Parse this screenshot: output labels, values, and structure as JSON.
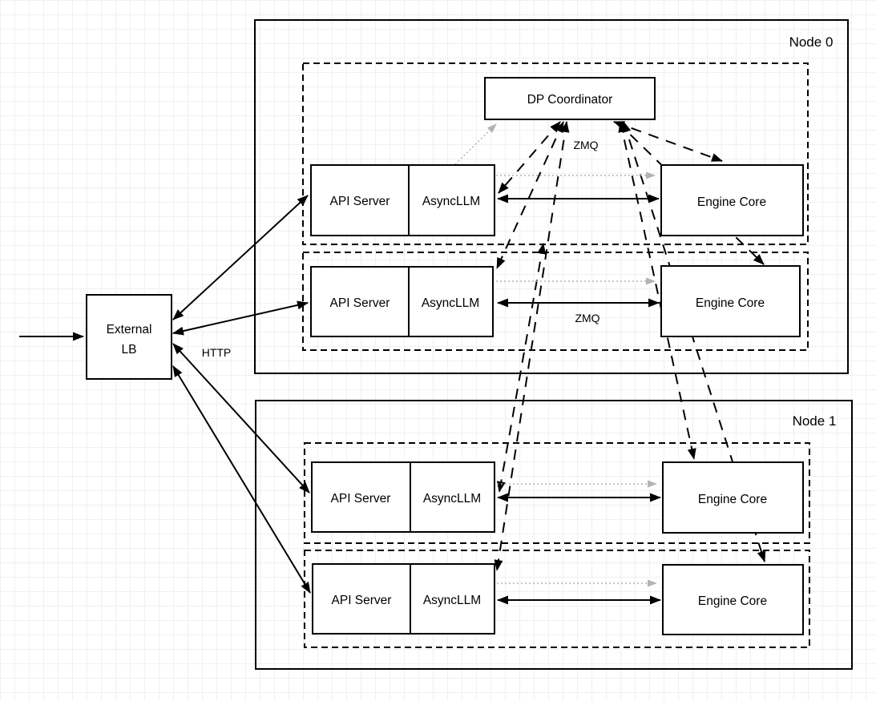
{
  "labels": {
    "node0": "Node 0",
    "node1": "Node 1",
    "external_lb_line1": "External",
    "external_lb_line2": "LB",
    "dp_coordinator": "DP Coordinator",
    "api_server": "API Server",
    "asyncllm": "AsyncLLM",
    "engine_core": "Engine Core",
    "http": "HTTP",
    "zmq_top": "ZMQ",
    "zmq_mid": "ZMQ"
  },
  "colors": {
    "stroke": "#000000",
    "box_fill": "#ffffff",
    "dotted_gray": "#b3b3b3",
    "grid": "#f0f0f0",
    "background": "#ffffff"
  },
  "structure": {
    "external_lb": "External LB",
    "node0": {
      "label": "Node 0",
      "coordinator": "DP Coordinator",
      "ranks": [
        {
          "components": [
            "API Server",
            "AsyncLLM",
            "Engine Core"
          ]
        },
        {
          "components": [
            "API Server",
            "AsyncLLM",
            "Engine Core"
          ]
        }
      ]
    },
    "node1": {
      "label": "Node 1",
      "ranks": [
        {
          "components": [
            "API Server",
            "AsyncLLM",
            "Engine Core"
          ]
        },
        {
          "components": [
            "API Server",
            "AsyncLLM",
            "Engine Core"
          ]
        }
      ]
    }
  },
  "connections": [
    {
      "from": "client",
      "to": "External LB",
      "style": "solid-arrow"
    },
    {
      "from": "External LB",
      "to": "each API Server (x4)",
      "style": "solid-bidirectional",
      "label": "HTTP"
    },
    {
      "from": "AsyncLLM",
      "to": "Engine Core (per rank, x4)",
      "style": "solid-bidirectional",
      "label": "ZMQ"
    },
    {
      "from": "DP Coordinator",
      "to": "AsyncLLM (x4)",
      "style": "dashed-bidirectional",
      "label": "ZMQ"
    },
    {
      "from": "DP Coordinator",
      "to": "Engine Core (x4)",
      "style": "dashed-bidirectional"
    },
    {
      "from": "AsyncLLM",
      "to": "Engine Core (per rank, x4)",
      "style": "dotted-gray-arrow"
    },
    {
      "from": "AsyncLLM",
      "to": "DP Coordinator",
      "style": "dotted-gray-arrow"
    }
  ]
}
